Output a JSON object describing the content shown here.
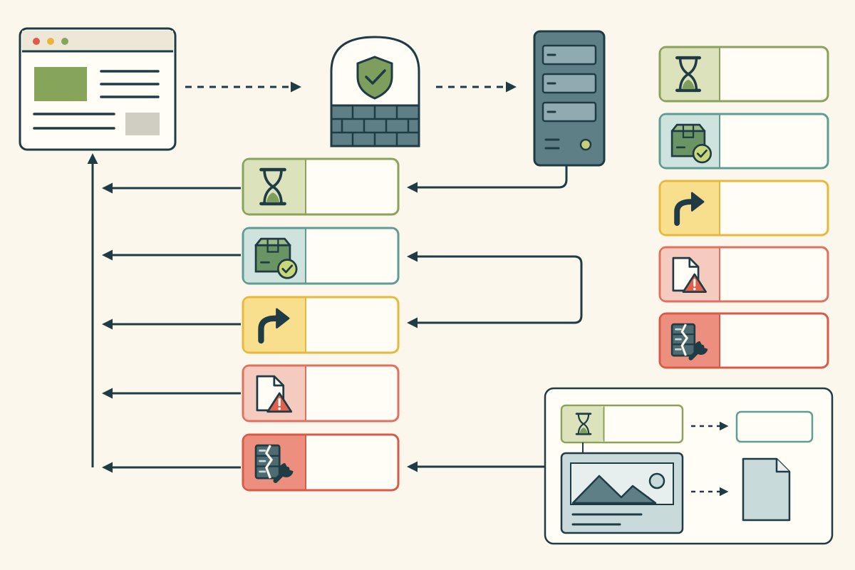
{
  "diagram": {
    "type": "http-response-flow",
    "nodes": {
      "client": {
        "icon": "browser-window-icon"
      },
      "firewall": {
        "icon": "shield-firewall-icon"
      },
      "server": {
        "icon": "server-tower-icon"
      },
      "legend_panel": {
        "icon": "image-document-icon"
      }
    },
    "status_classes": [
      {
        "key": "informational",
        "icon": "hourglass-icon",
        "color": "#8aa35a",
        "fill": "#dbe2bc"
      },
      {
        "key": "success",
        "icon": "package-check-icon",
        "color": "#5f9c94",
        "fill": "#cfe3de"
      },
      {
        "key": "redirect",
        "icon": "redirect-arrow-icon",
        "color": "#e8b83b",
        "fill": "#f8df8e"
      },
      {
        "key": "client-error",
        "icon": "file-warning-icon",
        "color": "#e07060",
        "fill": "#f6cbbf"
      },
      {
        "key": "server-error",
        "icon": "broken-server-wrench-icon",
        "color": "#d85a48",
        "fill": "#ec8f7e"
      }
    ],
    "colors": {
      "background": "#fbf7ec",
      "stroke": "#1f3b44",
      "browser_green": "#86a55a",
      "slate": "#5f7f86"
    }
  }
}
